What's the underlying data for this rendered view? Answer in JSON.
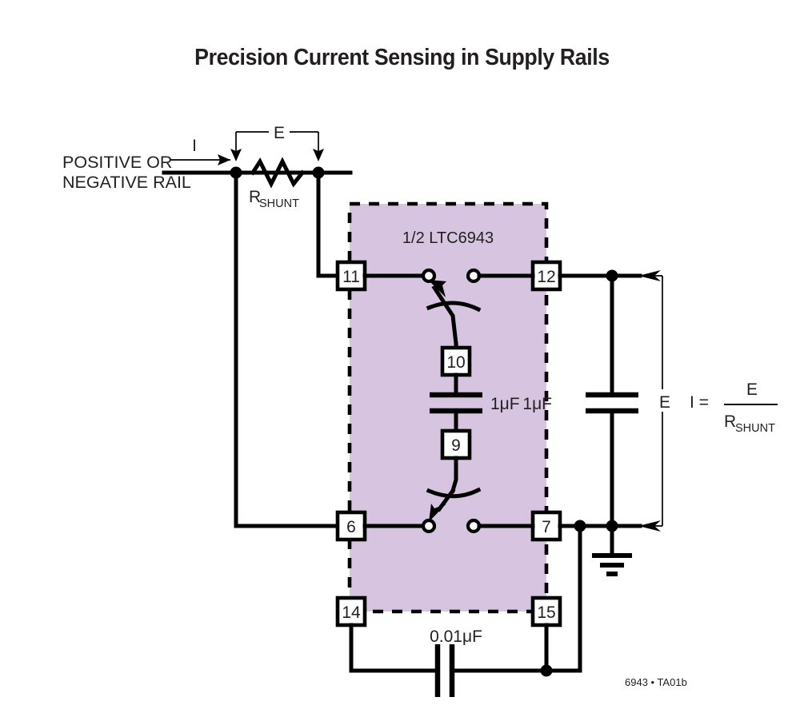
{
  "title": "Precision Current Sensing in Supply Rails",
  "credit": "6943 • TA01b",
  "ic": {
    "label": "1/2 LTC6943",
    "fill_color": "#d6c4e0",
    "border_style": "dashed"
  },
  "rail": {
    "line1": "POSITIVE OR",
    "line2": "NEGATIVE RAIL",
    "current_label": "I",
    "voltage_label": "E"
  },
  "resistor": {
    "name": "R",
    "subscript": "SHUNT"
  },
  "capacitors": {
    "flying": "1μF",
    "output": "1μF",
    "bypass": "0.01μF"
  },
  "pins": {
    "p11": "11",
    "p12": "12",
    "p10": "10",
    "p9": "9",
    "p6": "6",
    "p7": "7",
    "p14": "14",
    "p15": "15"
  },
  "output": {
    "bracket_label": "E",
    "equation_lhs": "I =",
    "equation_numerator": "E",
    "equation_denominator_base": "R",
    "equation_denominator_sub": "SHUNT"
  },
  "symbols": {
    "ground": "ground-symbol",
    "switch_top": "spst-switch-up",
    "switch_bottom": "spst-switch-down"
  }
}
